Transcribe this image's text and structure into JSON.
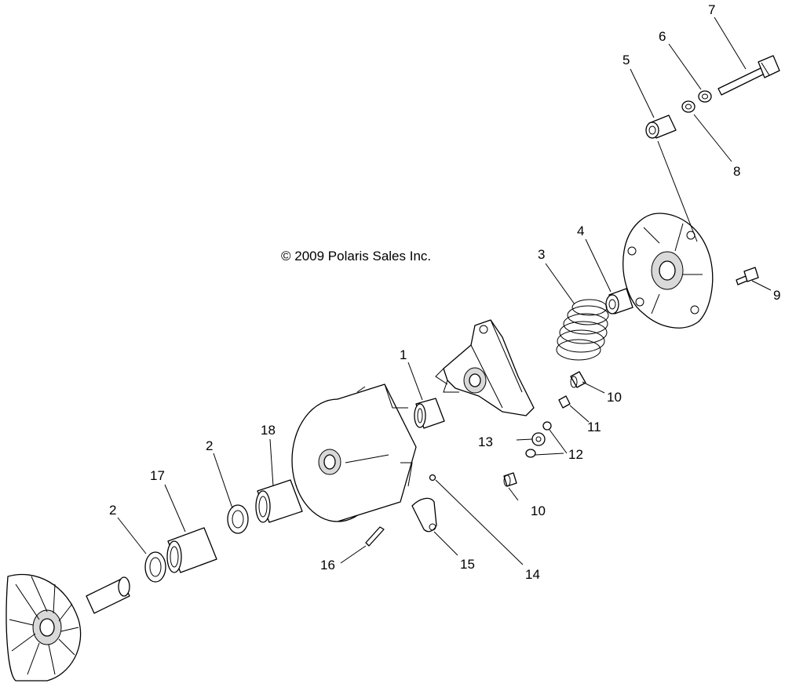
{
  "copyright": "© 2009 Polaris Sales Inc.",
  "callouts": [
    {
      "id": "c7",
      "label": "7"
    },
    {
      "id": "c6",
      "label": "6"
    },
    {
      "id": "c5",
      "label": "5"
    },
    {
      "id": "c8",
      "label": "8"
    },
    {
      "id": "c4",
      "label": "4"
    },
    {
      "id": "c3",
      "label": "3"
    },
    {
      "id": "c9",
      "label": "9"
    },
    {
      "id": "c1",
      "label": "1"
    },
    {
      "id": "c10a",
      "label": "10"
    },
    {
      "id": "c11",
      "label": "11"
    },
    {
      "id": "c18",
      "label": "18"
    },
    {
      "id": "c13",
      "label": "13"
    },
    {
      "id": "c12",
      "label": "12"
    },
    {
      "id": "c2a",
      "label": "2"
    },
    {
      "id": "c17",
      "label": "17"
    },
    {
      "id": "c10b",
      "label": "10"
    },
    {
      "id": "c2b",
      "label": "2"
    },
    {
      "id": "c16",
      "label": "16"
    },
    {
      "id": "c15",
      "label": "15"
    },
    {
      "id": "c14",
      "label": "14"
    }
  ]
}
